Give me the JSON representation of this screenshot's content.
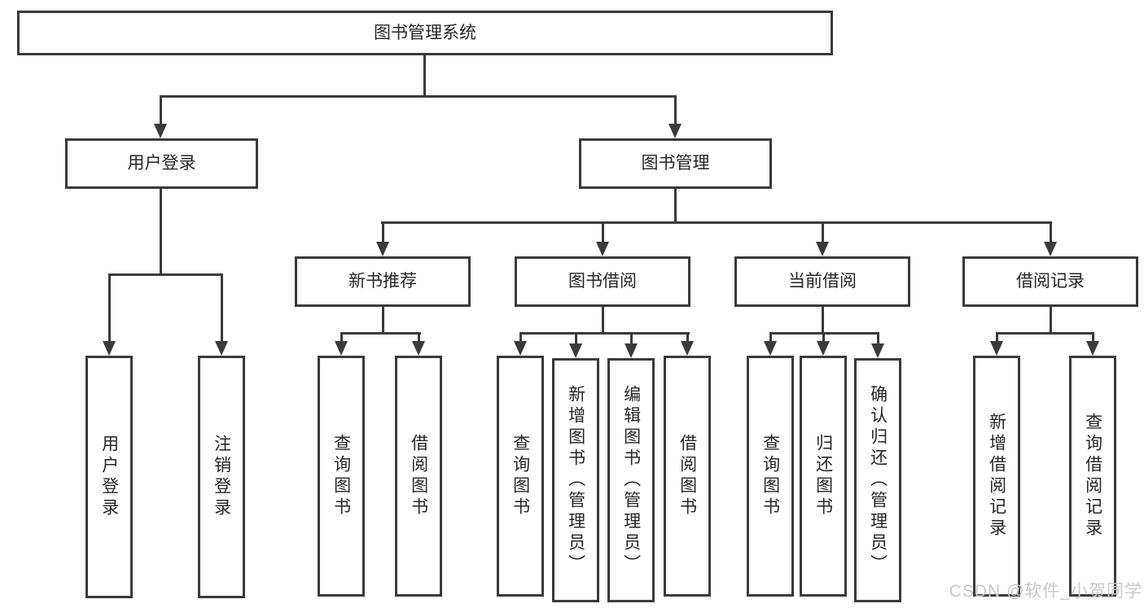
{
  "nodes": {
    "root": "图书管理系统",
    "level2": [
      "用户登录",
      "图书管理"
    ],
    "level3": [
      "新书推荐",
      "图书借阅",
      "当前借阅",
      "借阅记录"
    ],
    "user_login_children": [
      "用户登录",
      "注销登录"
    ],
    "new_book_children": [
      "查询图书",
      "借阅图书"
    ],
    "book_borrow_children": [
      "查询图书",
      "新增图书（管理员）",
      "编辑图书（管理员）",
      "借阅图书"
    ],
    "current_borrow_children": [
      "查询图书",
      "归还图书",
      "确认归还（管理员）"
    ],
    "record_children": [
      "新增借阅记录",
      "查询借阅记录"
    ]
  },
  "watermark": {
    "text": "CSDN @软件_小贺同学"
  },
  "colors": {
    "line": "#3a3a3a",
    "text": "#262626",
    "watermark": "#c8c8c8",
    "bg": "#ffffff"
  }
}
